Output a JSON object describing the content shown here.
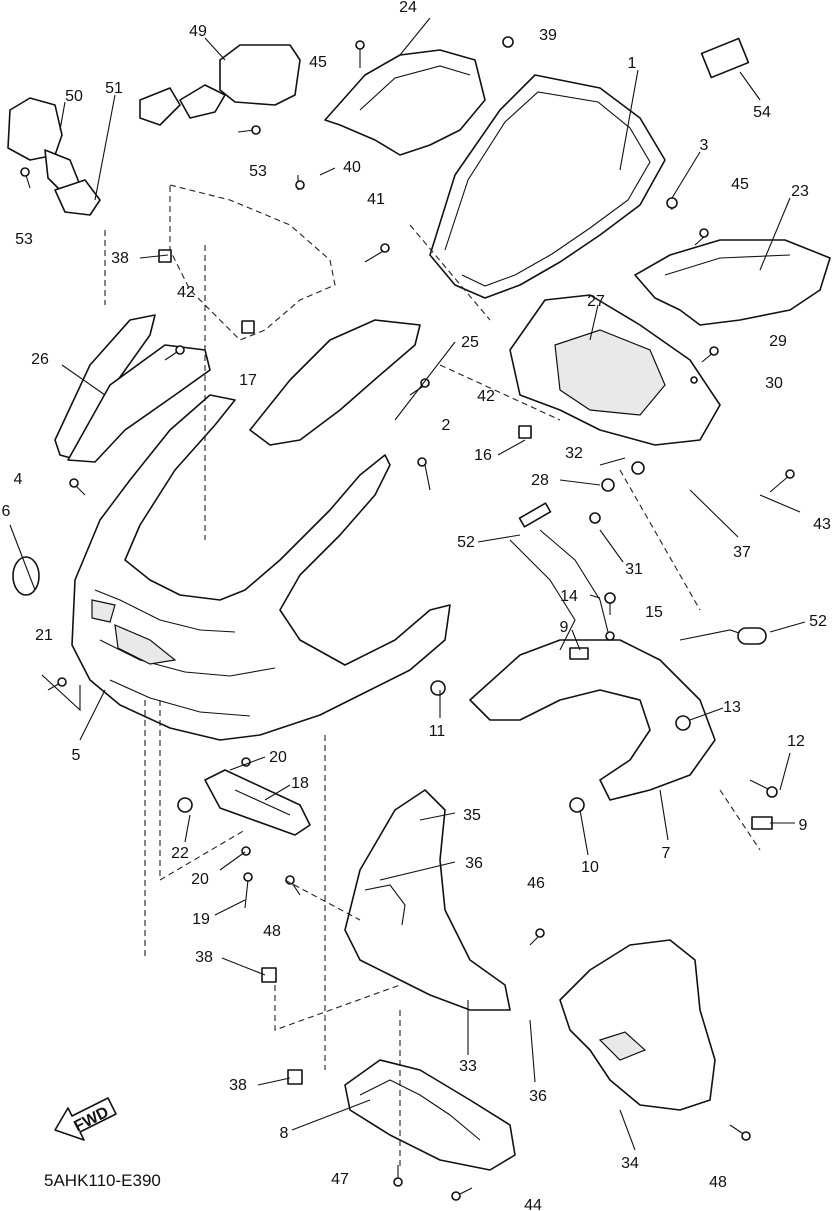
{
  "diagram": {
    "code": "5AHK110-E390",
    "fwd_label": "FWD",
    "callouts": [
      "1",
      "2",
      "3",
      "4",
      "5",
      "6",
      "7",
      "8",
      "9",
      "9",
      "10",
      "11",
      "12",
      "13",
      "14",
      "15",
      "16",
      "17",
      "18",
      "19",
      "20",
      "20",
      "21",
      "22",
      "23",
      "24",
      "25",
      "26",
      "27",
      "28",
      "29",
      "30",
      "31",
      "32",
      "33",
      "34",
      "35",
      "36",
      "36",
      "37",
      "38",
      "38",
      "38",
      "39",
      "40",
      "41",
      "42",
      "42",
      "43",
      "44",
      "45",
      "45",
      "46",
      "47",
      "48",
      "48",
      "49",
      "50",
      "51",
      "52",
      "52",
      "53",
      "53",
      "54"
    ]
  }
}
